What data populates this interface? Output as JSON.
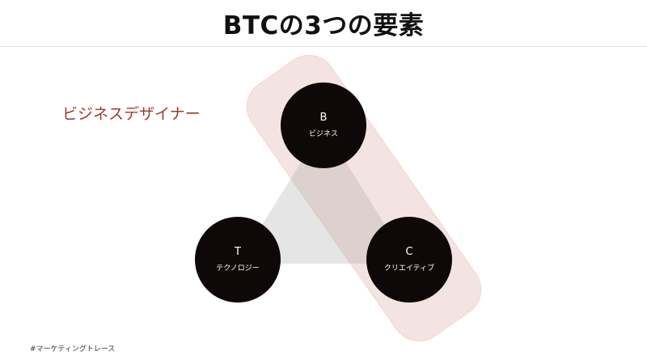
{
  "slide": {
    "title": "BTCの3つの要素",
    "highlight_label": "ビジネスデザイナー",
    "hashtag": "#マーケティングトレース"
  },
  "nodes": {
    "b": {
      "letter": "B",
      "label": "ビジネス"
    },
    "t": {
      "letter": "T",
      "label": "テクノロジー"
    },
    "c": {
      "letter": "C",
      "label": "クリエイティブ"
    }
  },
  "colors": {
    "node_fill": "#0f0808",
    "highlight_band": "#f4e4e1",
    "highlight_text": "#9e3b2c",
    "triangle": "#dedede"
  }
}
